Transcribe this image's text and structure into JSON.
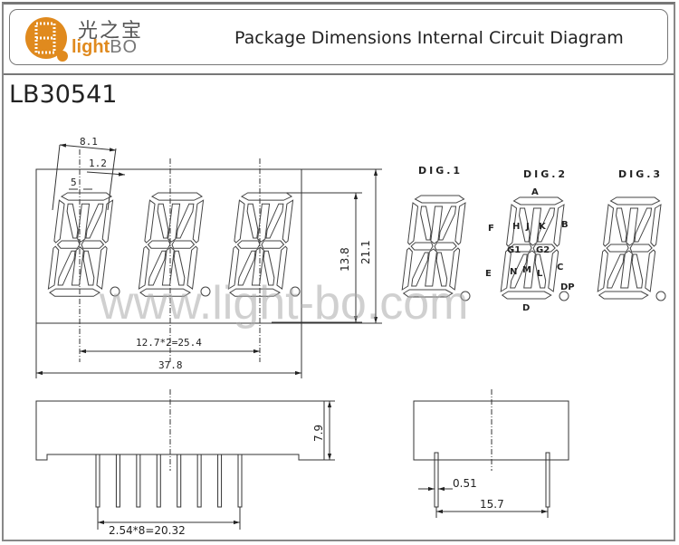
{
  "header": {
    "logo_chinese": "光之宝",
    "logo_brand_light": "light",
    "logo_brand_bo": "BO",
    "title": "Package Dimensions Internal Circuit Diagram"
  },
  "part_number": "LB30541",
  "watermark": "www.light-bo.com",
  "front_view": {
    "dim_segment_width": "8.1",
    "dim_offset": "1.2",
    "dim_stroke": "5",
    "dim_digit_height": "13.8",
    "dim_total_height": "21.1",
    "dim_pitch": "12.7*2=25.4",
    "dim_total_width": "37.8"
  },
  "side_view": {
    "dim_height": "7.9",
    "dim_pin_pitch": "2.54*8=20.32",
    "pin_count": 8
  },
  "end_view": {
    "dim_pin_width": "0.51",
    "dim_depth": "15.7"
  },
  "circuit": {
    "digits": [
      "DIG.1",
      "DIG.2",
      "DIG.3"
    ],
    "segment_labels": {
      "A": "A",
      "B": "B",
      "C": "C",
      "D": "D",
      "E": "E",
      "F": "F",
      "G1": "G1",
      "G2": "G2",
      "H": "H",
      "J": "J",
      "K": "K",
      "L": "L",
      "M": "M",
      "N": "N",
      "DP": "DP"
    }
  },
  "colors": {
    "logo_orange": "#e08a1e",
    "line": "#333333"
  }
}
